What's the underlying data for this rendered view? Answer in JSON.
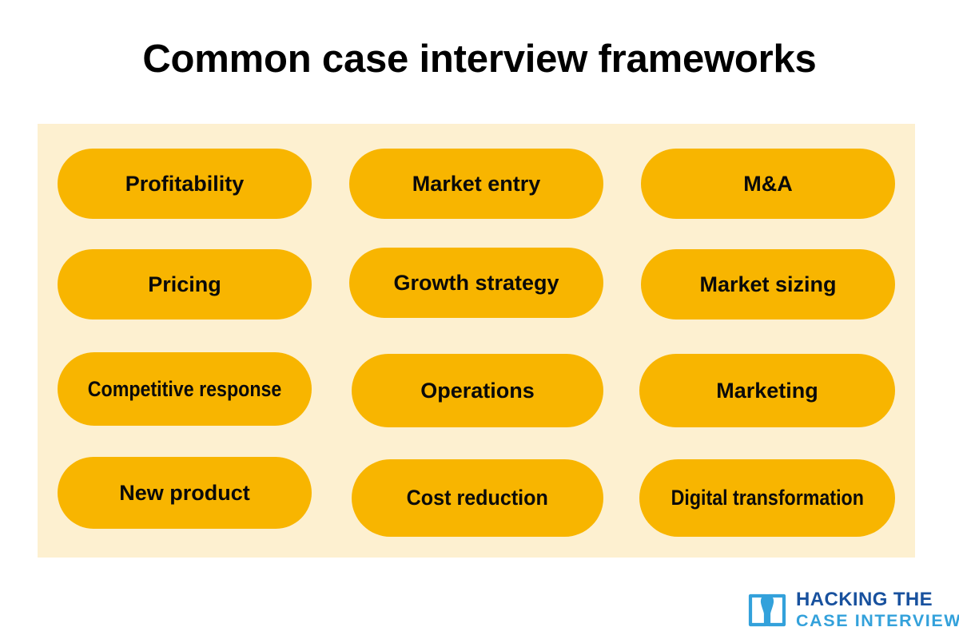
{
  "page": {
    "title": "Common case interview frameworks",
    "background_color": "#FFFFFF"
  },
  "panel": {
    "background_color": "#FDF0D0"
  },
  "theme": {
    "pill_color": "#F8B500",
    "pill_text_color": "#0A0A0A",
    "panel_cream": "#FDF0D0",
    "brand_navy": "#18519E",
    "brand_blue": "#33A1DB"
  },
  "frameworks": {
    "columns": [
      {
        "column_index": 1,
        "items": [
          {
            "label": "Profitability"
          },
          {
            "label": "Pricing"
          },
          {
            "label": "Competitive response"
          },
          {
            "label": "New product"
          }
        ]
      },
      {
        "column_index": 2,
        "items": [
          {
            "label": "Market entry"
          },
          {
            "label": "Growth strategy"
          },
          {
            "label": "Operations"
          },
          {
            "label": "Cost reduction"
          }
        ]
      },
      {
        "column_index": 3,
        "items": [
          {
            "label": "M&A"
          },
          {
            "label": "Market sizing"
          },
          {
            "label": "Marketing"
          },
          {
            "label": "Digital transformation"
          }
        ]
      }
    ]
  },
  "logo": {
    "icon": "open-book-icon",
    "line1": "HACKING THE",
    "line2": "CASE INTERVIEW"
  }
}
